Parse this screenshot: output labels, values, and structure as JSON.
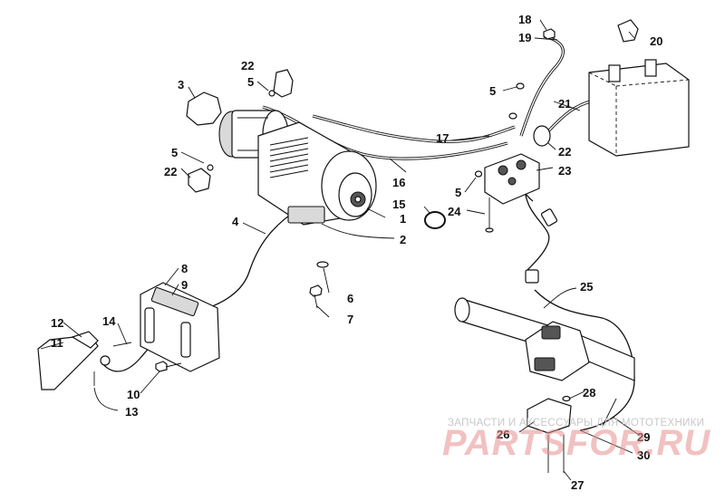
{
  "diagram": {
    "callouts": [
      {
        "id": "c1",
        "text": "1"
      },
      {
        "id": "c2",
        "text": "2"
      },
      {
        "id": "c3",
        "text": "3"
      },
      {
        "id": "c4",
        "text": "4"
      },
      {
        "id": "c5a",
        "text": "5"
      },
      {
        "id": "c5b",
        "text": "5"
      },
      {
        "id": "c5c",
        "text": "5"
      },
      {
        "id": "c5d",
        "text": "5"
      },
      {
        "id": "c6",
        "text": "6"
      },
      {
        "id": "c7",
        "text": "7"
      },
      {
        "id": "c8",
        "text": "8"
      },
      {
        "id": "c9",
        "text": "9"
      },
      {
        "id": "c10",
        "text": "10"
      },
      {
        "id": "c11",
        "text": "11"
      },
      {
        "id": "c12",
        "text": "12"
      },
      {
        "id": "c13",
        "text": "13"
      },
      {
        "id": "c14",
        "text": "14"
      },
      {
        "id": "c15",
        "text": "15"
      },
      {
        "id": "c16",
        "text": "16"
      },
      {
        "id": "c17",
        "text": "17"
      },
      {
        "id": "c18",
        "text": "18"
      },
      {
        "id": "c19",
        "text": "19"
      },
      {
        "id": "c20",
        "text": "20"
      },
      {
        "id": "c21",
        "text": "21"
      },
      {
        "id": "c22a",
        "text": "22"
      },
      {
        "id": "c22b",
        "text": "22"
      },
      {
        "id": "c22c",
        "text": "22"
      },
      {
        "id": "c23",
        "text": "23"
      },
      {
        "id": "c24",
        "text": "24"
      },
      {
        "id": "c25",
        "text": "25"
      },
      {
        "id": "c26",
        "text": "26"
      },
      {
        "id": "c27",
        "text": "27"
      },
      {
        "id": "c28",
        "text": "28"
      },
      {
        "id": "c29",
        "text": "29"
      },
      {
        "id": "c30",
        "text": "30"
      }
    ]
  },
  "watermark": {
    "caption": "ЗАПЧАСТИ И АКСЕССУАРЫ ДЛЯ МОТОТЕХНИКИ",
    "brand": "PARTSFOR.RU"
  }
}
